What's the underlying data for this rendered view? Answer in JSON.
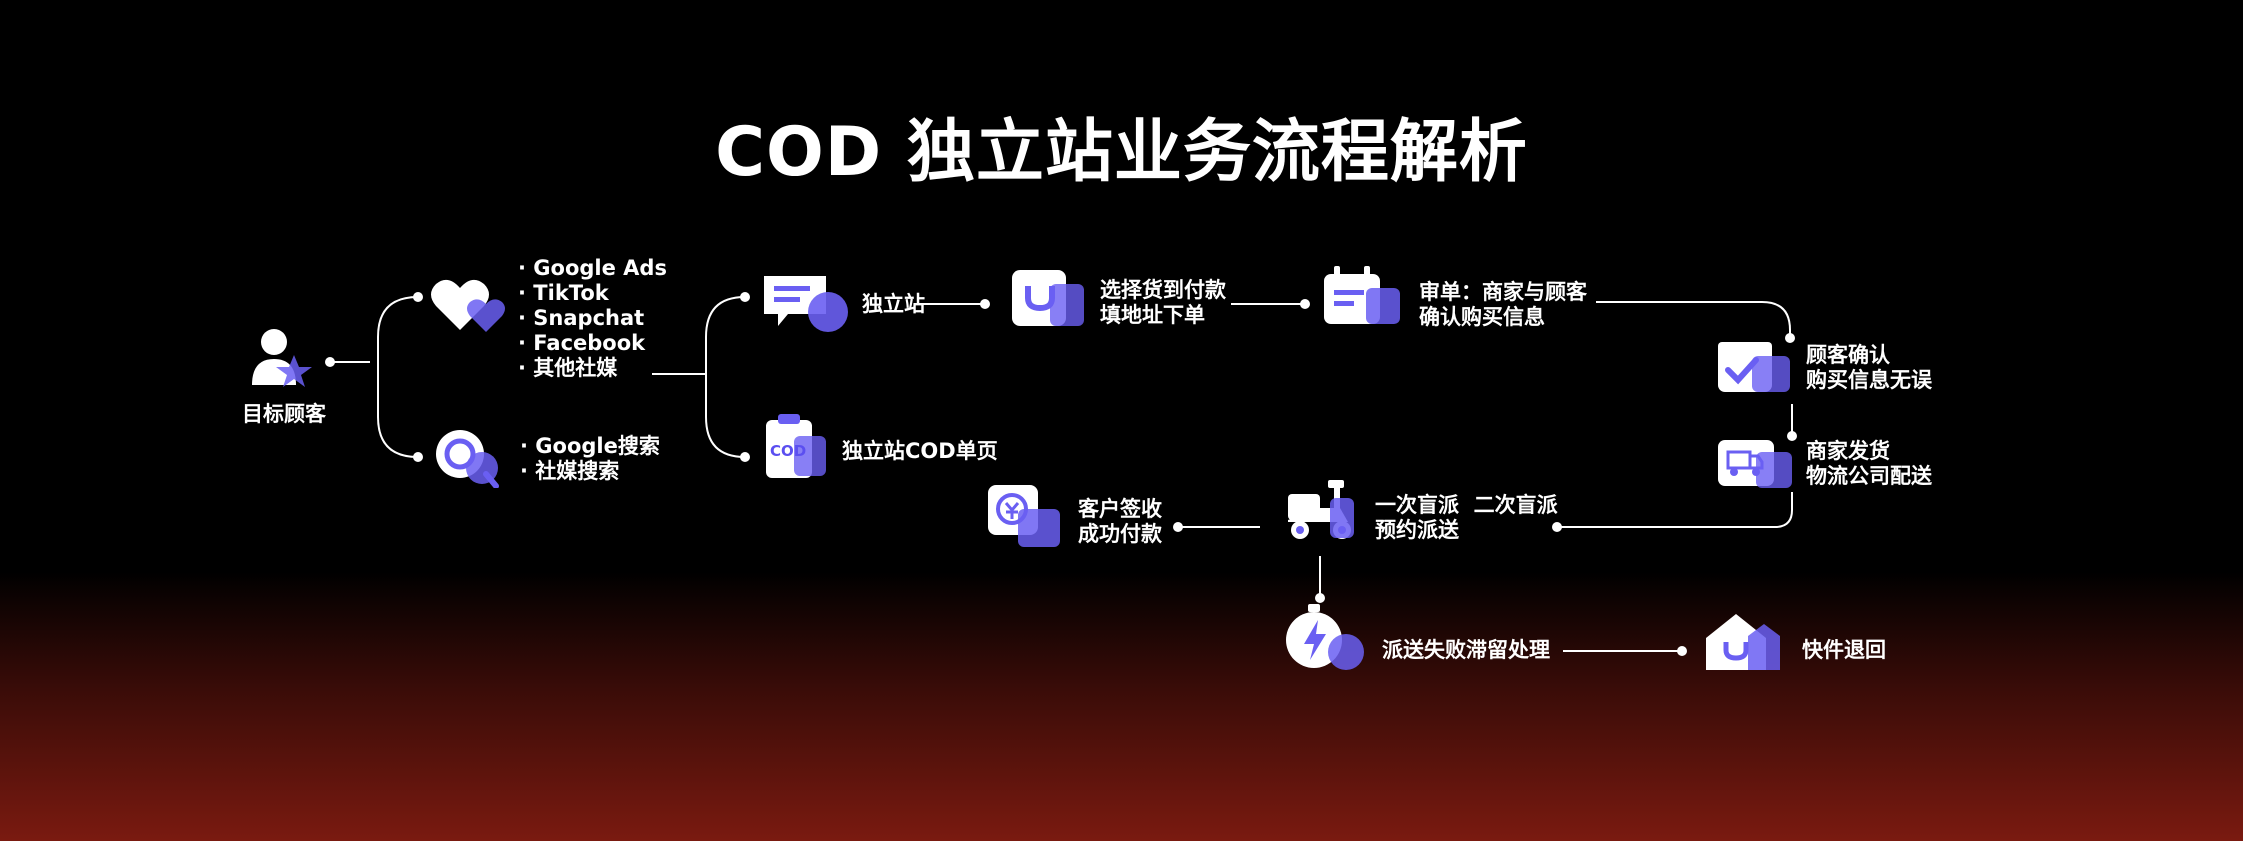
{
  "title": "COD 独立站业务流程解析",
  "colors": {
    "accent": "#5b4ff0",
    "accent_light": "#8f86f7",
    "line": "#ffffff",
    "background_bottom": "#7a1a10"
  },
  "nodes": {
    "target_customer": {
      "label": "目标顾客",
      "icon": "user-icon"
    },
    "social_ads": {
      "items": [
        "Google Ads",
        "TikTok",
        "Snapchat",
        "Facebook",
        "其他社媒"
      ],
      "icon": "heart-icon"
    },
    "search": {
      "items": [
        "Google搜索",
        "社媒搜索"
      ],
      "icon": "search-icon"
    },
    "site": {
      "label": "独立站",
      "icon": "message-icon"
    },
    "cod_page": {
      "label": "独立站COD单页",
      "icon": "cod-document-icon",
      "badge": "COD"
    },
    "choose_goods": {
      "lines": [
        "选择货到付款",
        "填地址下单"
      ],
      "icon": "shopping-bag-icon"
    },
    "review": {
      "lines": [
        "审单：商家与顾客",
        "确认购买信息"
      ],
      "icon": "calendar-icon"
    },
    "customer_confirm": {
      "lines": [
        "顾客确认",
        "购买信息无误"
      ],
      "icon": "calendar-check-icon"
    },
    "ship": {
      "lines": [
        "商家发货",
        "物流公司配送"
      ],
      "icon": "truck-icon"
    },
    "dispatch": {
      "lines": [
        "一次盲派  二次盲派",
        "预约派送"
      ],
      "icon": "delivery-scooter-icon"
    },
    "sign": {
      "lines": [
        "客户签收",
        "成功付款"
      ],
      "icon": "yen-coin-icon"
    },
    "fail": {
      "label": "派送失败滞留处理",
      "icon": "lightning-timer-icon"
    },
    "return": {
      "label": "快件退回",
      "icon": "return-house-icon"
    }
  }
}
